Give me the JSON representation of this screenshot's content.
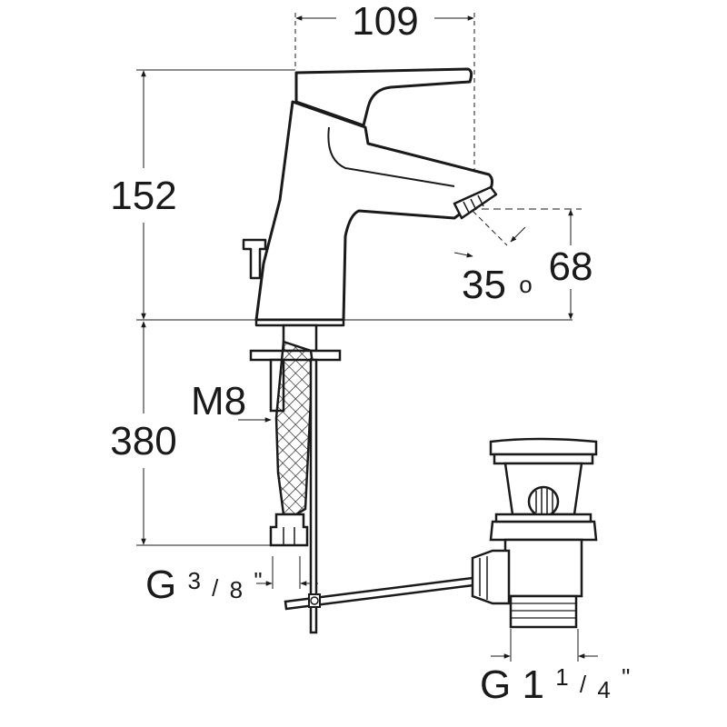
{
  "dimensions": {
    "width_overall": "109",
    "height_spout": "152",
    "spout_clearance": "68",
    "spout_angle": "35",
    "degree_symbol": "o",
    "rod_length": "380",
    "fixing_thread": "M8"
  },
  "connections": {
    "hose_thread_prefix": "G",
    "hose_thread_num": "3",
    "hose_thread_den": "8",
    "hose_thread_unit": "\"",
    "waste_thread_prefix": "G",
    "waste_thread_whole": "1",
    "waste_thread_num": "1",
    "waste_thread_den": "4",
    "waste_thread_unit": "\""
  },
  "colors": {
    "line": "#1a1a1a",
    "background": "#ffffff",
    "metal_fill": "#ffffff"
  }
}
